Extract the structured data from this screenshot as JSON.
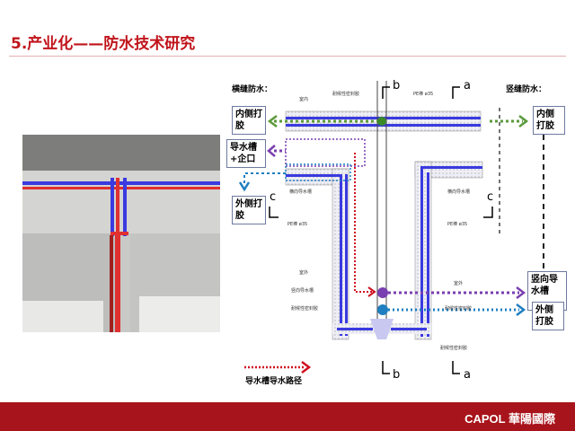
{
  "slide": {
    "title": "5.产业化——防水技术研究",
    "brand": "CAPOL 華陽國際"
  },
  "diagram": {
    "horizontal_joint_label": "横缝防水：",
    "vertical_joint_label": "竖缝防水：",
    "boxes": {
      "inner_sealant_left": "内侧打胶",
      "groove_tongue": "导水槽+企口",
      "outer_sealant_left": "外侧打胶",
      "inner_sealant_right": "内侧打胶",
      "vertical_groove": "竖向导水槽",
      "outer_sealant_right": "外侧打胶"
    },
    "annotations": {
      "indoor_top": "室内",
      "sealant_top": "耐候性密封胶",
      "pe_rod_top": "PE棒 ø35",
      "h_groove_left": "横向导水槽",
      "h_groove_right": "横向导水槽",
      "pe_rod_left": "PE棒 ø35",
      "pe_rod_right": "PE棒 ø35",
      "outdoor_left": "室外",
      "outdoor_right": "室外",
      "v_groove": "竖向导水槽",
      "sealant_left": "耐候性密封胶",
      "sealant_right": "耐候性密封胶",
      "sealant_bottom": "耐候性密封胶"
    },
    "section_marks": {
      "b_top": "b",
      "a_top": "a",
      "c_left": "c",
      "c_right": "c",
      "b_bottom": "b",
      "a_bottom": "a"
    },
    "legend": "导水槽导水路径",
    "colors": {
      "red_path": "#d01020",
      "green_path": "#5a9a3a",
      "purple_path": "#7a3fb0",
      "blue_path": "#1f7fc0",
      "band": "#3a3ae0",
      "brand_red": "#a8141b"
    }
  }
}
